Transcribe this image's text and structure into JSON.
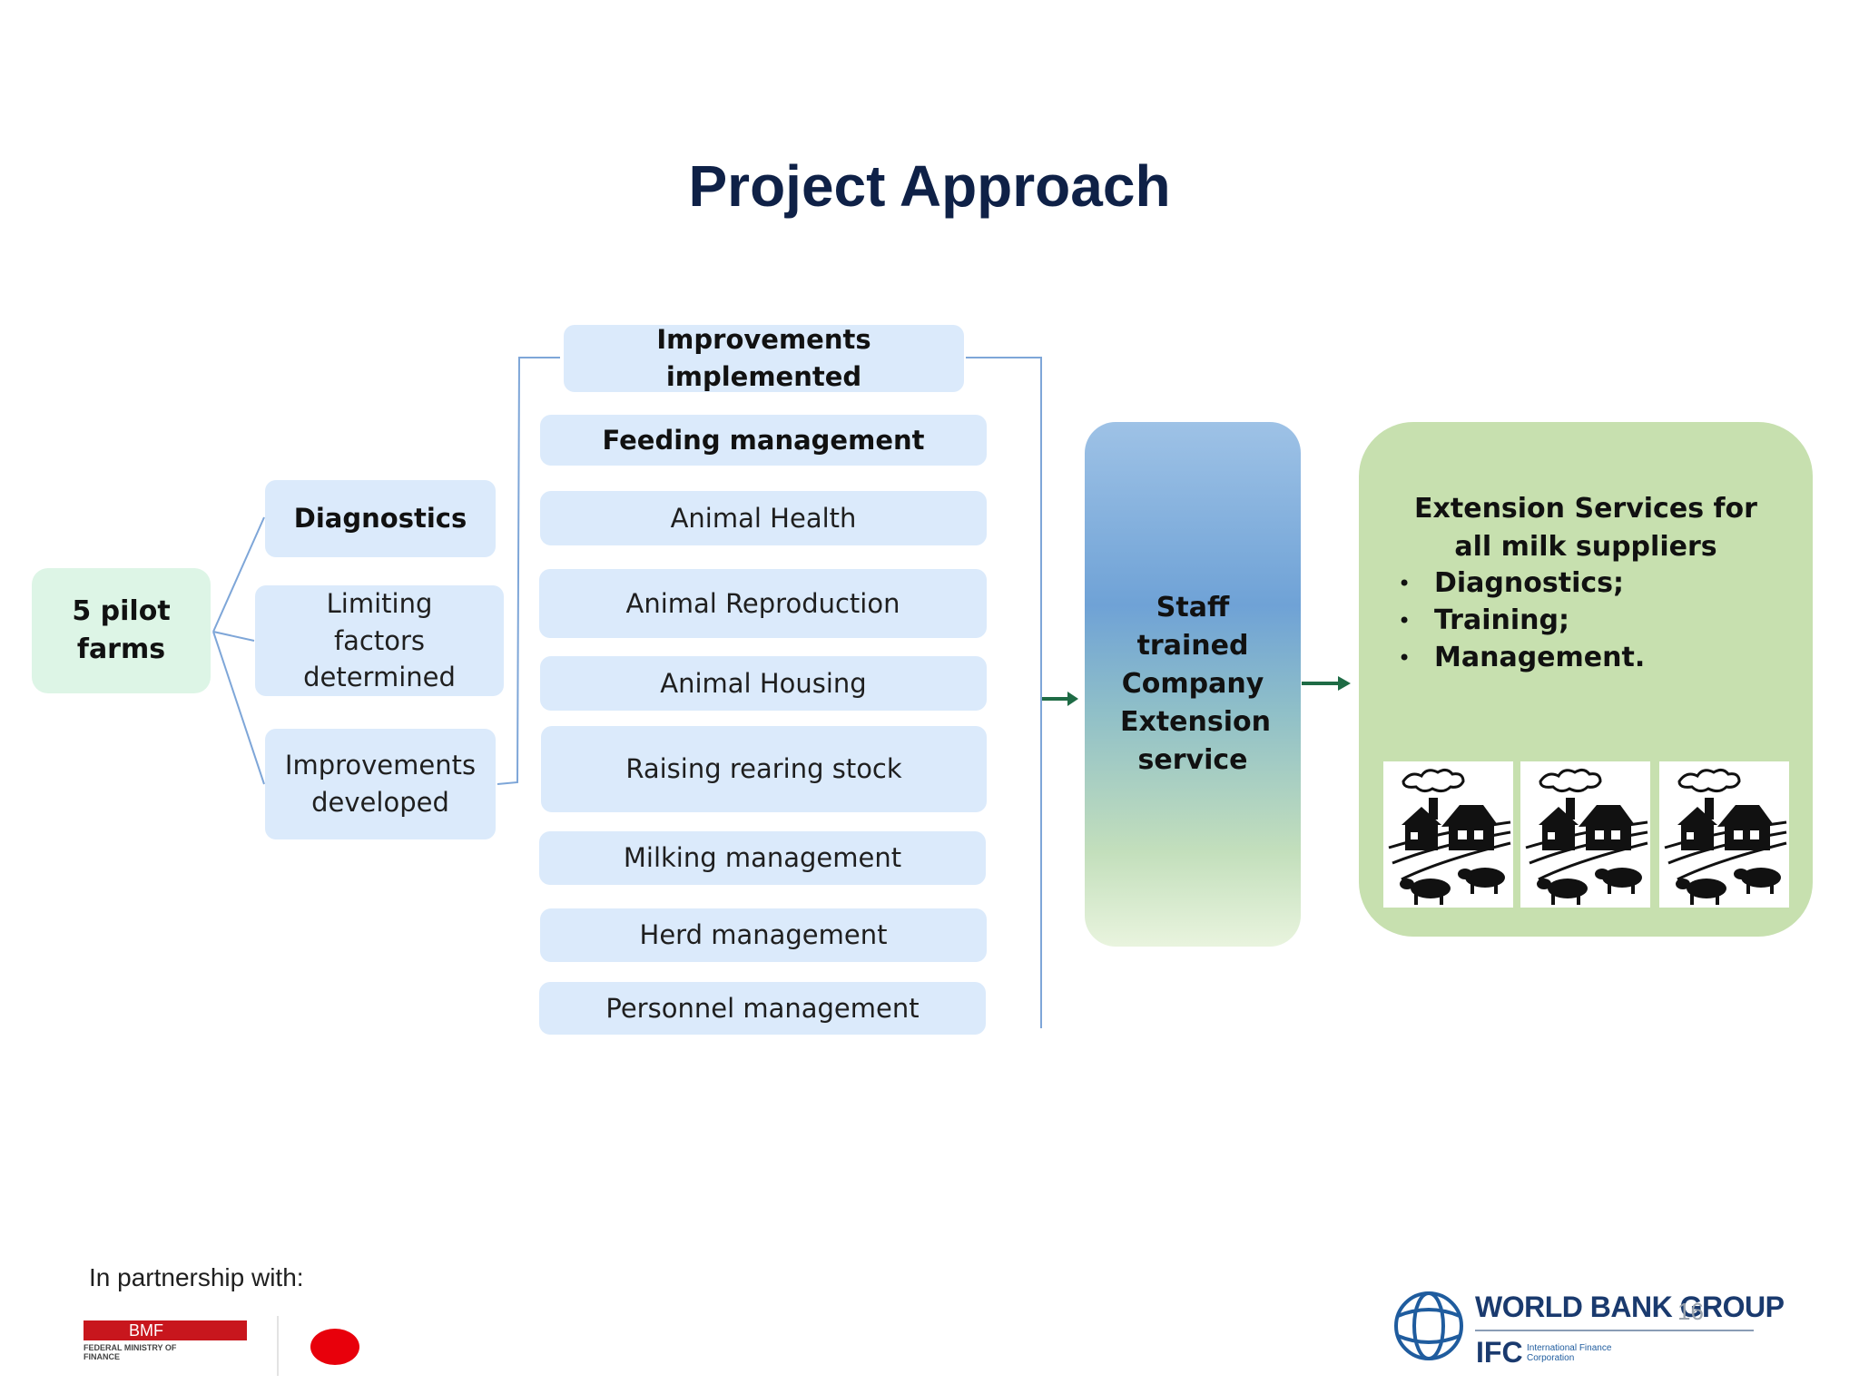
{
  "title": "Project Approach",
  "pilot": {
    "label": "5 pilot farms"
  },
  "stage": {
    "diagnostics": "Diagnostics",
    "limiting": "Limiting factors determined",
    "developed": "Improvements developed"
  },
  "implemented": {
    "header": "Improvements implemented",
    "items": [
      "Feeding management",
      "Animal Health",
      "Animal Reproduction",
      "Animal Housing",
      "Raising rearing stock",
      "Milking management",
      "Herd management",
      "Personnel management"
    ]
  },
  "staff": {
    "label": "Staff trained Company Extension service"
  },
  "extension": {
    "title": "Extension Services for all milk suppliers",
    "bullets": [
      "Diagnostics;",
      "Training;",
      "Management."
    ],
    "image_icon": "farm-with-cows-icon"
  },
  "footer": {
    "partnership": "In partnership with:",
    "bmf_logo_text": "BMF",
    "bmf_subtitle": "FEDERAL MINISTRY OF FINANCE",
    "wbg": "WORLD BANK GROUP",
    "ifc": "IFC",
    "ifc_sub": "International Finance Corporation",
    "page_number": "16"
  },
  "colors": {
    "title": "#0f2147",
    "box_blue": "#dbeafb",
    "box_green": "#ddf5e6",
    "ext_green": "#c7e0af",
    "arrow": "#1e6b45"
  }
}
